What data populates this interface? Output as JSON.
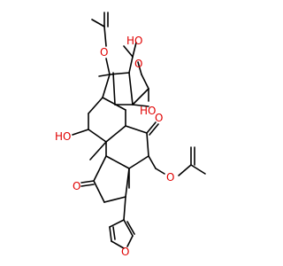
{
  "structure": {
    "colors": {
      "bond": "#000000",
      "oxygen": "#e00000",
      "background": "#ffffff"
    },
    "labels": {
      "oac_top_O": "O",
      "oh_top": "HO",
      "ring_O": "O",
      "oh_right": "HO",
      "oh_left": "HO",
      "ketone_right_O": "O",
      "oac_right_O": "O",
      "ketone_left_O": "O",
      "furan_O": "O"
    }
  }
}
